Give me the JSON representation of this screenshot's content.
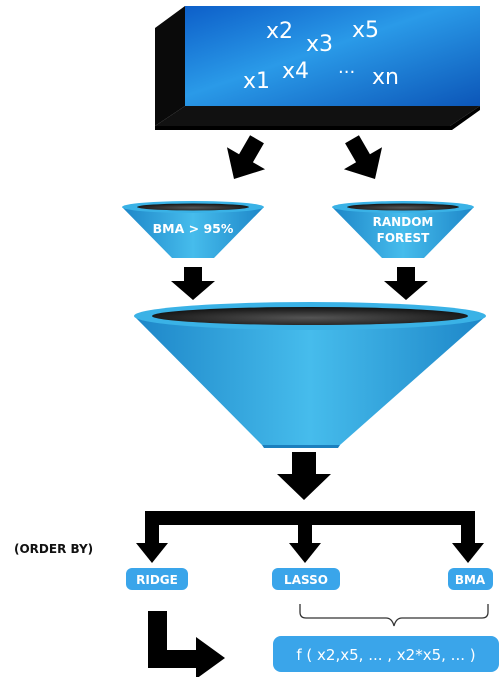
{
  "input_box": {
    "variables": [
      "x2",
      "x3",
      "x5",
      "x1",
      "x4",
      "···",
      "xn"
    ]
  },
  "funnels": {
    "left_label": "BMA > 95%",
    "right_label_line1": "RANDOM",
    "right_label_line2": "FOREST"
  },
  "order_by": {
    "label": "(ORDER BY)",
    "options": [
      "RIDGE",
      "LASSO",
      "BMA"
    ]
  },
  "result": {
    "formula": "f ( x2,x5, ... , x2*x5, ... )"
  },
  "colors": {
    "box_blue": "#1f7fe0",
    "funnel_blue": "#35a9e0",
    "pill_blue": "#3aa5ea",
    "arrow": "#000000"
  }
}
